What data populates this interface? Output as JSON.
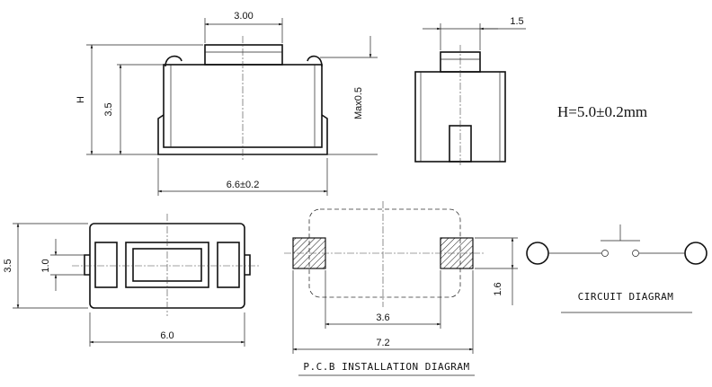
{
  "front_view": {
    "dim_top": "3.00",
    "dim_left": "H",
    "dim_inner": "3.5",
    "dim_side": "Max0.5",
    "dim_bottom": "6.6±0.2"
  },
  "side_view": {
    "dim_top": "1.5"
  },
  "height_note": "H=5.0±0.2mm",
  "top_view": {
    "dim_left": "3.5",
    "dim_inner": "1.0",
    "dim_bottom": "6.0"
  },
  "pcb": {
    "dim_inner": "3.6",
    "dim_outer": "7.2",
    "dim_pad": "1.6",
    "caption": "P.C.B INSTALLATION DIAGRAM"
  },
  "circuit": {
    "caption": "CIRCUIT DIAGRAM"
  }
}
